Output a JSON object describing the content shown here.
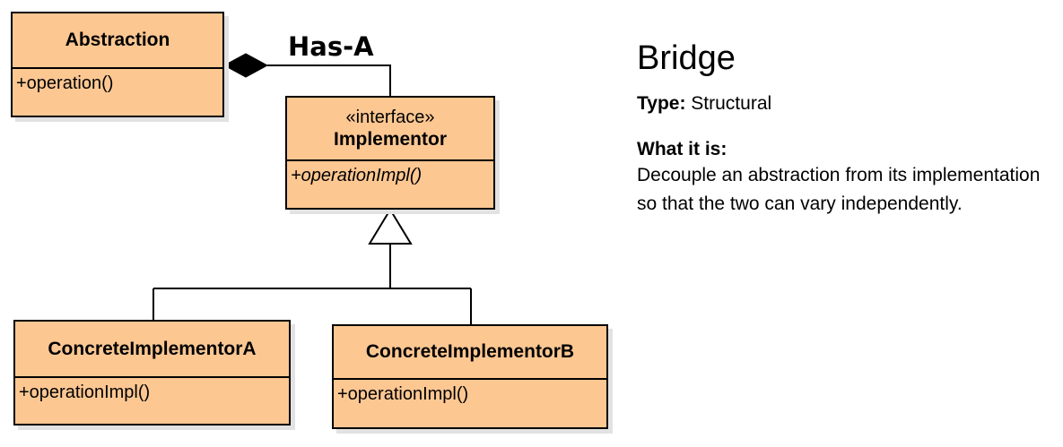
{
  "diagram": {
    "relationship_label": "Has-A",
    "classes": {
      "abstraction": {
        "name": "Abstraction",
        "operations": [
          "+operation()"
        ]
      },
      "implementor": {
        "stereotype": "«interface»",
        "name": "Implementor",
        "operations": [
          "+operationImpl()"
        ]
      },
      "concrete_a": {
        "name": "ConcreteImplementorA",
        "operations": [
          "+operationImpl()"
        ]
      },
      "concrete_b": {
        "name": "ConcreteImplementorB",
        "operations": [
          "+operationImpl()"
        ]
      }
    },
    "colors": {
      "class_fill": "#fdc792",
      "line": "#000000"
    }
  },
  "info": {
    "title": "Bridge",
    "type_label": "Type:",
    "type_value": "Structural",
    "what_label": "What it is:",
    "description": "Decouple an abstraction from its implementation so that the two can vary independently."
  }
}
